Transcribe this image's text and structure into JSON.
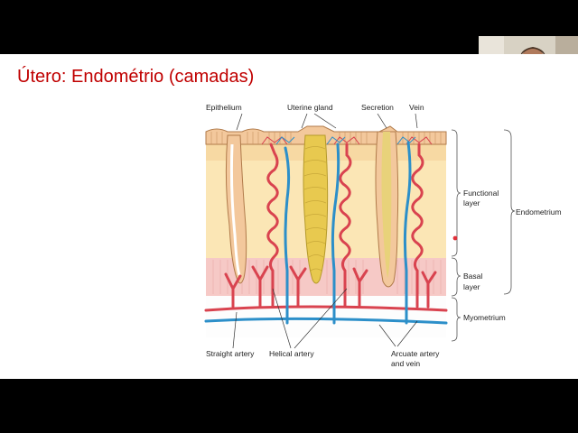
{
  "slide": {
    "title": "Útero: Endométrio (camadas)"
  },
  "diagram": {
    "labels": {
      "epithelium": "Epithelium",
      "uterine_gland": "Uterine gland",
      "secretion": "Secretion",
      "vein": "Vein",
      "functional_layer_line1": "Functional",
      "functional_layer_line2": "layer",
      "endometrium": "Endometrium",
      "basal_layer_line1": "Basal",
      "basal_layer_line2": "layer",
      "myometrium": "Myometrium",
      "straight_artery": "Straight artery",
      "helical_artery": "Helical artery",
      "arcuate_line1": "Arcuate artery",
      "arcuate_line2": "and vein"
    }
  },
  "webcam": {
    "icon": "presenter-video-icon"
  },
  "colors": {
    "title": "#c00000",
    "artery": "#d9434f",
    "vein": "#2c8fc9",
    "gland": "#e8c94f",
    "functional_bg": "#fbe6b5",
    "basal_bg": "#f6c9c6"
  }
}
